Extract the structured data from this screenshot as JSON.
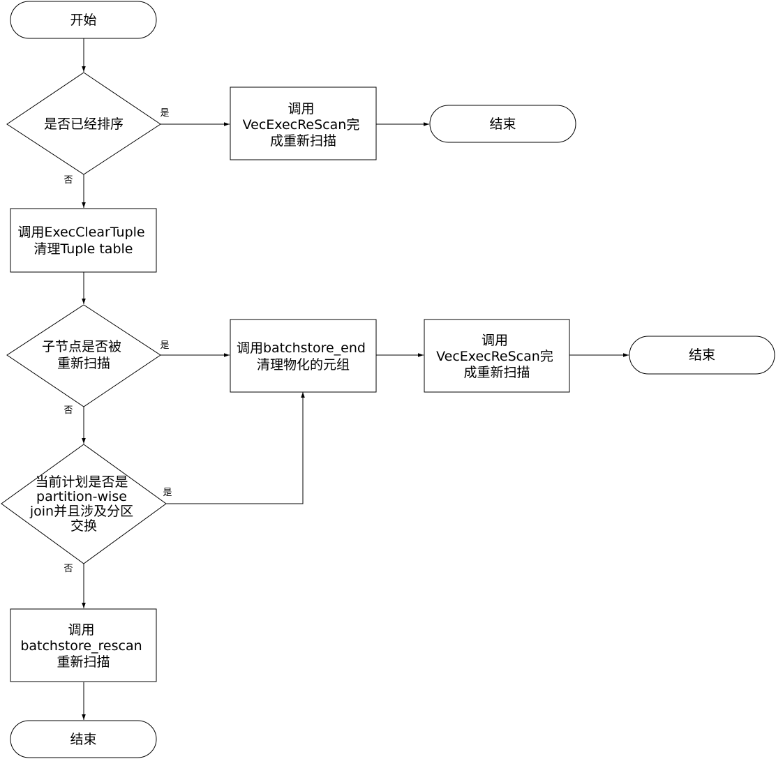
{
  "nodes": {
    "start": "开始",
    "sorted_check": "是否已经排序",
    "rescan_top": [
      "调用",
      "VecExecReScan完",
      "成重新扫描"
    ],
    "end_top": "结束",
    "clear_tuple": [
      "调用ExecClearTuple",
      "清理Tuple table"
    ],
    "child_rescan_check": [
      "子节点是否被",
      "重新扫描"
    ],
    "batchstore_end": [
      "调用batchstore_end",
      "清理物化的元组"
    ],
    "rescan_mid": [
      "调用",
      "VecExecReScan完",
      "成重新扫描"
    ],
    "end_mid": "结束",
    "partition_check": [
      "当前计划是否是",
      "partition-wise",
      "join并且涉及分区",
      "交换"
    ],
    "batchstore_rescan": [
      "调用",
      "batchstore_rescan",
      "重新扫描"
    ],
    "end_bottom": "结束"
  },
  "edge_labels": {
    "sorted_yes": "是",
    "sorted_no": "否",
    "child_yes": "是",
    "child_no": "否",
    "partition_yes": "是",
    "partition_no": "否"
  },
  "colors": {
    "stroke": "#000000",
    "fill": "#ffffff",
    "text": "#000000"
  }
}
